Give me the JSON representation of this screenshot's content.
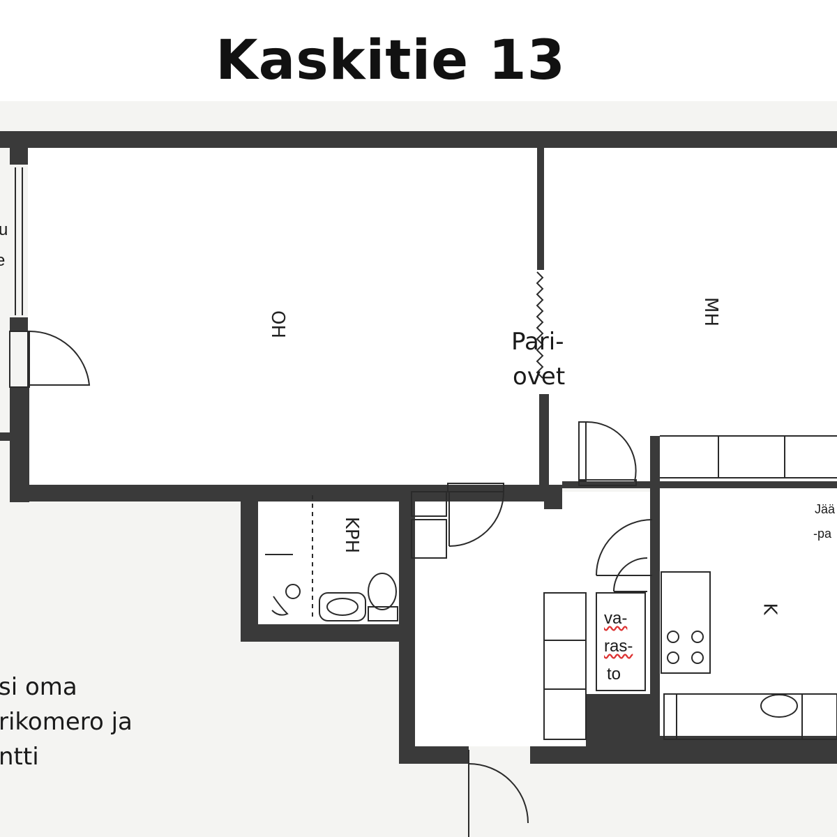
{
  "title": "Kaskitie 13",
  "rooms": {
    "living": "OH",
    "bedroom": "MH",
    "bathroom": "KPH",
    "kitchen": "K"
  },
  "annotations": {
    "double_doors_line1": "Pari-",
    "double_doors_line2": "ovet",
    "storage_line1": "va-",
    "storage_line2": "ras-",
    "storage_line3": "to",
    "left_fragment_line1": "u",
    "left_fragment_line2": "e",
    "fridge_line1": "Jää",
    "fridge_line2": "-pa",
    "bottom_note_line1": "si oma",
    "bottom_note_line2": "rikomero ja",
    "bottom_note_line3": "ntti"
  },
  "colors": {
    "wall": "#3a3a3a",
    "paper": "#f4f4f2",
    "title": "#111111"
  }
}
